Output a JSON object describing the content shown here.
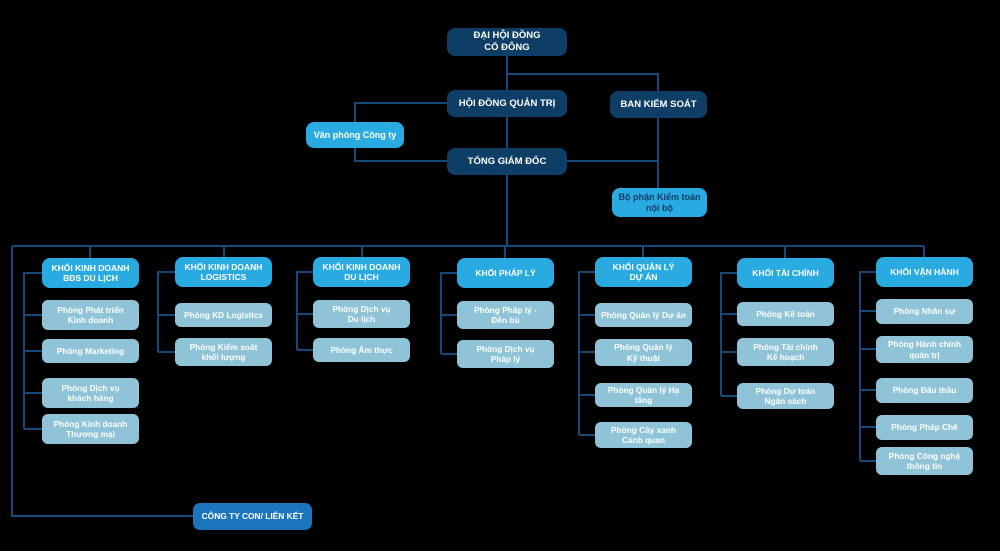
{
  "org_chart": {
    "background_color": "#000000",
    "colors": {
      "navy_box": "#0e3d66",
      "bright_blue_box": "#29abe2",
      "light_blue_box": "#8fc3d7",
      "medium_blue_box": "#1c75bc",
      "connector_line": "#14497a",
      "text_light": "#ffffff",
      "text_dark": "#0e3d66"
    },
    "top_nodes": {
      "shareholders_meeting": "ĐẠI HỘI ĐỒNG\nCỔ ĐÔNG",
      "board_of_management": "HỘI ĐỒNG QUẢN TRỊ",
      "supervisory_board": "BAN KIỂM SOÁT",
      "company_office": "Văn phòng Công ty",
      "general_director": "TỔNG GIÁM ĐỐC",
      "internal_audit": "Bộ phận Kiểm toán\nnội bộ",
      "subsidiaries": "CÔNG TY CON/ LIÊN KẾT"
    },
    "divisions": [
      {
        "label": "KHỐI KINH DOANH\nBĐS DU LỊCH",
        "children": [
          "Phòng Phát triển\nKinh doanh",
          "Phòng Marketing",
          "Phòng Dịch vụ\nkhách hàng",
          "Phòng Kinh doanh\nThương mại"
        ]
      },
      {
        "label": "KHỐI KINH DOANH\nLOGISTICS",
        "children": [
          "Phòng KD Logistics",
          "Phòng Kiểm soát\nkhối lượng"
        ]
      },
      {
        "label": "KHỐI KINH DOANH\nDU LỊCH",
        "children": [
          "Phòng Dịch vụ\nDu lịch",
          "Phòng Ẩm thực"
        ]
      },
      {
        "label": "KHỐI PHÁP LÝ",
        "children": [
          "Phòng Pháp lý -\nĐền bù",
          "Phòng Dịch vụ\nPháp lý"
        ]
      },
      {
        "label": "KHỐI QUẢN LÝ\nDỰ ÁN",
        "children": [
          "Phòng Quản lý Dự án",
          "Phòng Quản lý\nKỹ thuật",
          "Phòng Quản lý Hạ tầng",
          "Phòng Cây xanh\nCảnh quan"
        ]
      },
      {
        "label": "KHỐI TÀI CHÍNH",
        "children": [
          "Phòng Kế toán",
          "Phòng Tài chính\nKế hoạch",
          "Phòng Dự toán\nNgân sách"
        ]
      },
      {
        "label": "KHỐI VẬN HÀNH",
        "children": [
          "Phòng Nhân sự",
          "Phòng Hành chính\nquản trị",
          "Phòng Đấu thầu",
          "Phòng Pháp Chế",
          "Phòng Công nghệ\nthông tin"
        ]
      }
    ]
  }
}
